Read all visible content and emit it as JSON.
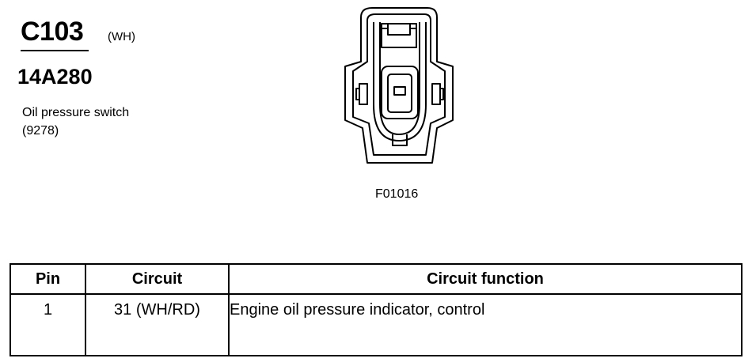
{
  "header": {
    "connector_id": "C103",
    "connector_color": "(WH)",
    "part_number": "14A280",
    "description": "Oil pressure switch",
    "description_code": "(9278)"
  },
  "figure": {
    "code": "F01016"
  },
  "pin_table": {
    "columns": [
      "Pin",
      "Circuit",
      "Circuit function"
    ],
    "rows": [
      {
        "pin": "1",
        "circuit": "31 (WH/RD)",
        "function": "Engine oil pressure indicator, control"
      }
    ]
  }
}
